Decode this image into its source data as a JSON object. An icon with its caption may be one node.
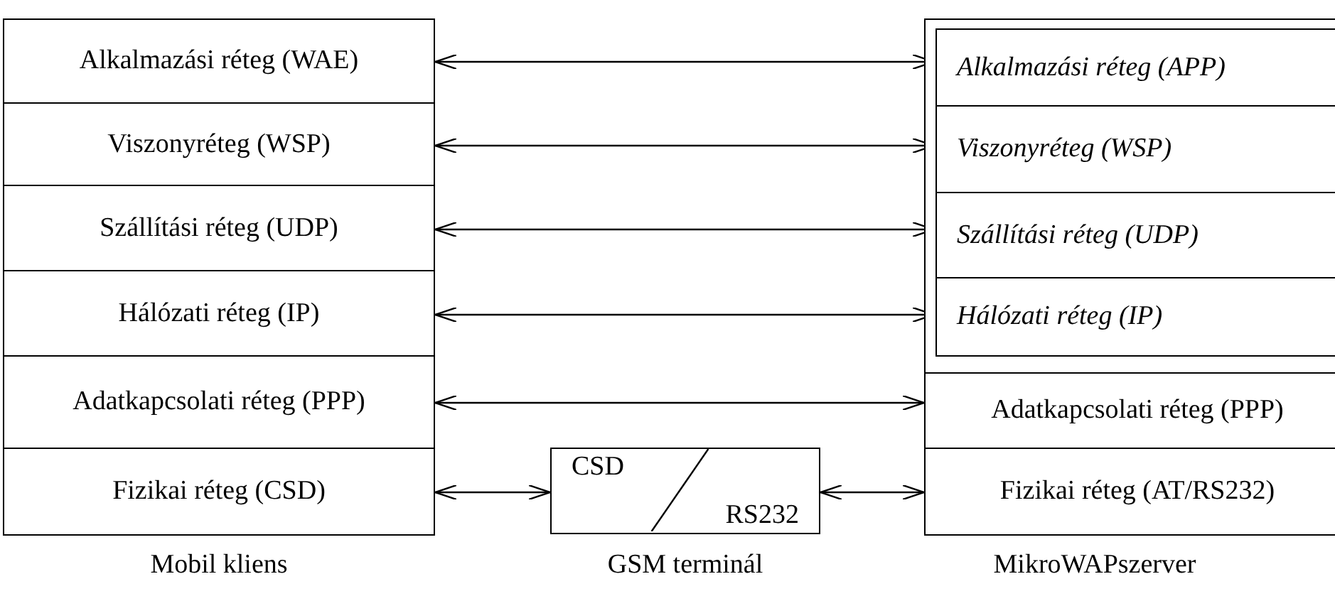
{
  "diagram": {
    "nodes": [
      {
        "text": [
          "Alkalmazási réteg (WAE)"
        ]
      },
      {
        "text": [
          "Viszonyréteg (WSP)"
        ]
      },
      {
        "text": [
          "Szállítási réteg (UDP)"
        ]
      },
      {
        "text": [
          "Hálózati réteg (IP)"
        ]
      },
      {
        "text": [
          "Adatkapcsolati réteg (PPP)"
        ]
      },
      {
        "text": [
          "Fizikai réteg (CSD)"
        ]
      },
      {
        "text": [
          "CSD",
          "RS232"
        ]
      },
      {
        "text": [],
        "shape": "box"
      },
      {
        "text": [
          "Alkalmazási réteg (APP)"
        ],
        "in": 7
      },
      {
        "text": [
          "Viszonyréteg (WSP)"
        ],
        "in": 7
      },
      {
        "text": [
          "Szállítási réteg (UDP)"
        ],
        "in": 7
      },
      {
        "text": [
          "Hálózati réteg (IP)"
        ],
        "in": 7
      },
      {
        "text": [
          "Adatkapcsolati réteg (PPP)"
        ]
      },
      {
        "text": [
          "Fizikai réteg (AT/RS232)"
        ]
      }
    ],
    "edges": [
      {
        "from": 0,
        "to": 8,
        "arrow": "both"
      },
      {
        "from": 1,
        "to": 9,
        "arrow": "both"
      },
      {
        "from": 2,
        "to": 10,
        "arrow": "both"
      },
      {
        "from": 3,
        "to": 11,
        "arrow": "both"
      },
      {
        "from": 4,
        "to": 12,
        "arrow": "both"
      },
      {
        "from": 5,
        "to": 6,
        "arrow": "both"
      },
      {
        "from": 6,
        "to": 13,
        "arrow": "both"
      }
    ],
    "labels": [
      "Mobil kliens",
      "GSM terminál",
      "MikroWAPszerver"
    ]
  }
}
